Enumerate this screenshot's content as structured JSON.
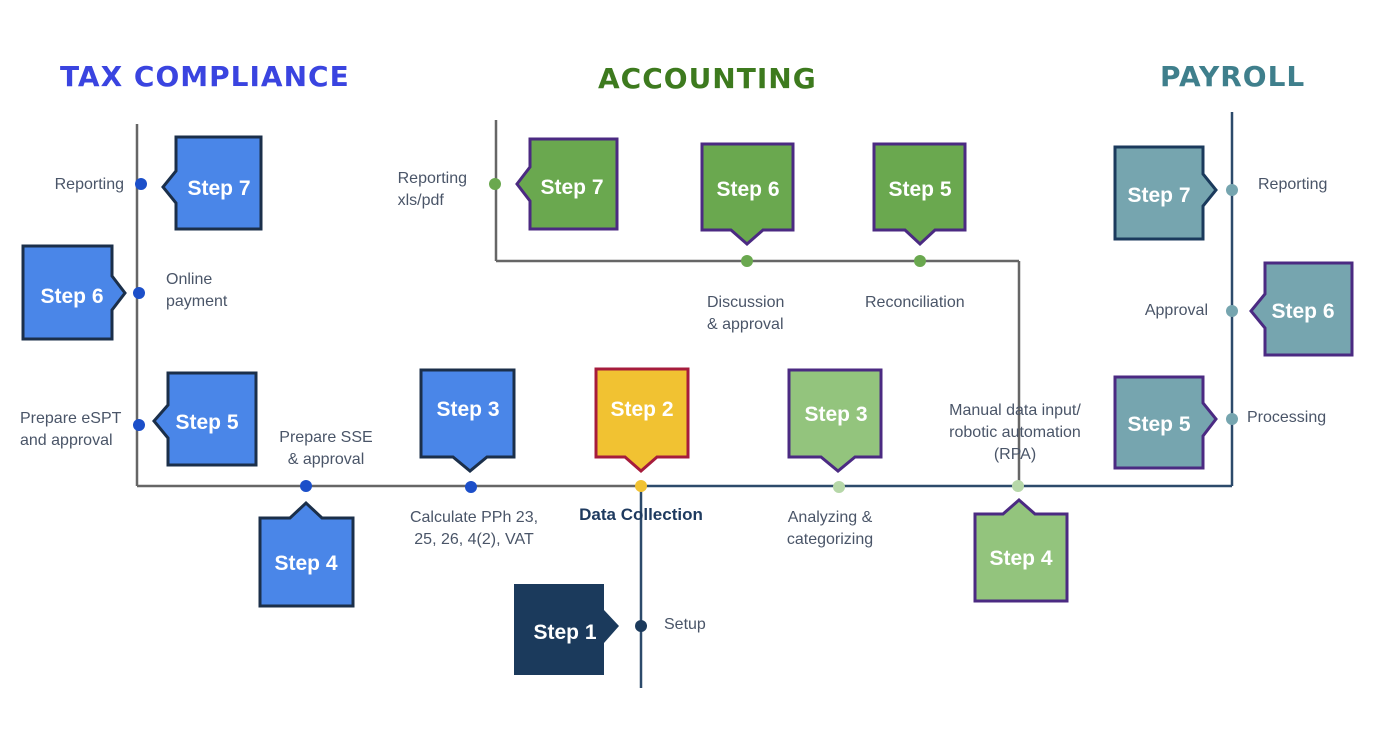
{
  "sections": {
    "tax": {
      "title": "TAX COMPLIANCE",
      "color": "#3a44e0"
    },
    "accounting": {
      "title": "ACCOUNTING",
      "color": "#3d7a1e"
    },
    "payroll": {
      "title": "PAYROLL",
      "color": "#3f7f8c"
    }
  },
  "center": {
    "data_collection": "Data Collection",
    "step1": {
      "label": "Step 1",
      "desc": "Setup"
    },
    "step2": {
      "label": "Step 2"
    }
  },
  "tax_steps": {
    "step3": {
      "label": "Step 3",
      "desc": [
        "Calculate PPh 23,",
        "25, 26, 4(2), VAT"
      ]
    },
    "step4": {
      "label": "Step 4",
      "desc": [
        "Prepare SSE",
        "& approval"
      ]
    },
    "step5": {
      "label": "Step 5",
      "desc": [
        "Prepare eSPT",
        "and approval"
      ]
    },
    "step6": {
      "label": "Step 6",
      "desc": [
        "Online",
        "payment"
      ]
    },
    "step7": {
      "label": "Step 7",
      "desc": [
        "Reporting"
      ]
    }
  },
  "accounting_steps": {
    "step3": {
      "label": "Step 3",
      "desc": [
        "Analyzing &",
        "categorizing"
      ]
    },
    "step4": {
      "label": "Step 4",
      "desc": [
        "Manual data input/",
        "robotic automation",
        "(RPA)"
      ]
    },
    "step5": {
      "label": "Step 5",
      "desc": [
        "Reconciliation"
      ]
    },
    "step6": {
      "label": "Step 6",
      "desc": [
        "Discussion",
        "& approval"
      ]
    },
    "step7": {
      "label": "Step 7",
      "desc": [
        "Reporting",
        "xls/pdf"
      ]
    }
  },
  "payroll_steps": {
    "step5": {
      "label": "Step 5",
      "desc": [
        "Processing"
      ]
    },
    "step6": {
      "label": "Step 6",
      "desc": [
        "Approval"
      ]
    },
    "step7": {
      "label": "Step 7",
      "desc": [
        "Reporting"
      ]
    }
  },
  "colors": {
    "tax_fill": "#4a86e8",
    "tax_dot": "#1c4fc9",
    "acc_fill": "#6aa84f",
    "acc_light_fill": "#93c47d",
    "acc_dot": "#6aa84f",
    "payroll_fill": "#76a5af",
    "payroll_dot": "#76a5af",
    "dark_navy": "#1b3a5c",
    "purple_border": "#4b2a82",
    "step2_fill": "#f1c232",
    "step2_border": "#a61c3c",
    "line_gray": "#666666",
    "line_navy": "#2c4a6b"
  }
}
